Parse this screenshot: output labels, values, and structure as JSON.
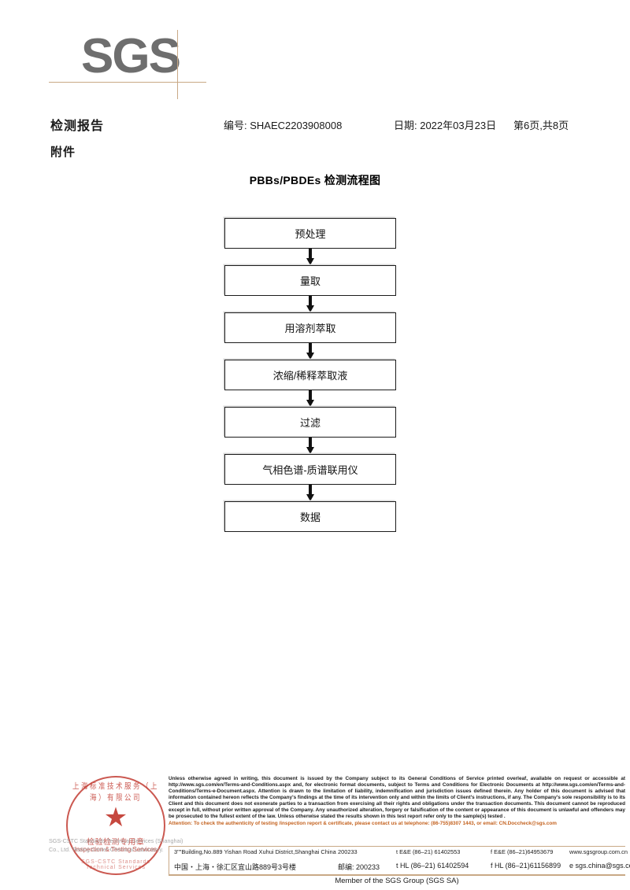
{
  "brand": {
    "logo_text": "SGS",
    "logo_color": "#6e6e6e",
    "accent_color": "#c9a986",
    "seal_color": "#c0352b",
    "attention_color": "#c4621f"
  },
  "header": {
    "title": "检测报告",
    "subtitle": "附件",
    "report_no_label": "编号: SHAEC2203908008",
    "date_label": "日期: 2022年03月23日",
    "page_label": "第6页,共8页"
  },
  "flowchart": {
    "title": "PBBs/PBDEs 检测流程图",
    "nodes": [
      {
        "label": "预处理"
      },
      {
        "label": "量取"
      },
      {
        "label": "用溶剂萃取"
      },
      {
        "label": "浓缩/稀释萃取液"
      },
      {
        "label": "过滤"
      },
      {
        "label": "气相色谱-质谱联用仪"
      },
      {
        "label": "数据"
      }
    ]
  },
  "seal": {
    "arc_top": "上海标准技术服务（上海）有限公司",
    "star": "★",
    "cn_text": "检验检测专用章",
    "en_text": "Inspection & Testing Services",
    "arc_bottom": "SGS-CSTC Standards Technical Services",
    "watermark": "SGS-CSTC Standards Technical Services (Shanghai) Co., Ltd. Testing Center-Chemical Laboratory."
  },
  "footer": {
    "legal_text": "Unless otherwise agreed in writing, this document is issued by the Company subject to its General Conditions of Service printed overleaf, available on request or accessible at http://www.sgs.com/en/Terms-and-Conditions.aspx and, for electronic format documents, subject to Terms and Conditions for Electronic Documents at http://www.sgs.com/en/Terms-and-Conditions/Terms-e-Document.aspx. Attention is drawn to the limitation of liability, indemnification and jurisdiction issues defined therein. Any holder of this document is advised that information contained hereon reflects the Company's findings at the time of its intervention only and within the limits of Client's instructions, if any. The Company's sole responsibility is to its Client and this document does not exonerate parties to a transaction from exercising all their rights and obligations under the transaction documents. This document cannot be reproduced except in full, without prior written approval of the Company. Any unauthorized alteration, forgery or falsification of the content or appearance of this document is unlawful and offenders may be prosecuted to the fullest extent of the law. Unless otherwise stated the results shown in this test report refer only to the sample(s) tested .",
    "attention_text": "Attention: To check the authenticity of testing /inspection report & certificate, please contact us at telephone: (86-755)8307 1443, or email: CN.Doccheck@sgs.com",
    "address_en": "3\"\"Building,No.889 Yishan Road Xuhui District,Shanghai China",
    "postcode_en": "200233",
    "tel1_en": "t E&E (86–21) 61402553",
    "fax1_en": "f E&E (86–21)64953679",
    "web": "www.sgsgroup.com.cn",
    "address_cn": "中国・上海・徐汇区宜山路889号3号楼",
    "postcode_cn_label": "邮编: 200233",
    "tel2_cn": "t HL (86–21) 61402594",
    "fax2_cn": "f HL (86–21)61156899",
    "email": "e  sgs.china@sgs.com",
    "member_text": "Member of the SGS Group (SGS SA)"
  }
}
